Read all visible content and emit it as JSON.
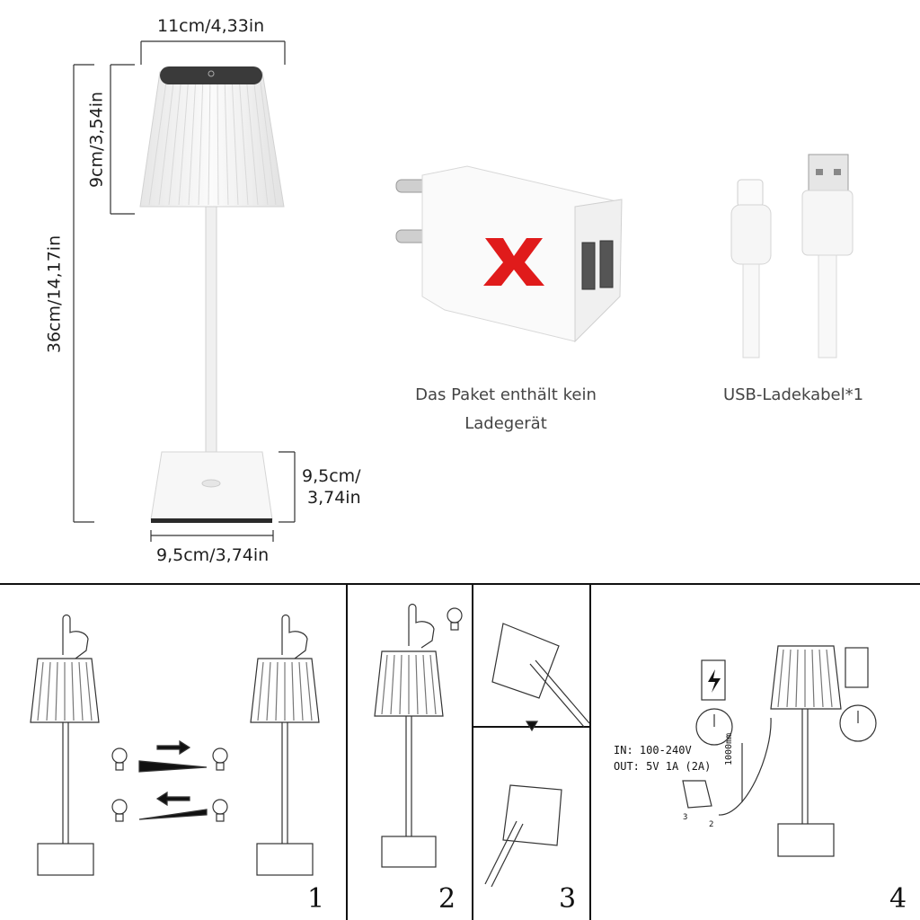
{
  "dimensions": {
    "top_width": "11cm/4,33in",
    "shade_height": "9cm/3,54in",
    "total_height": "36cm/14,17in",
    "base_height_line1": "9,5cm/",
    "base_height_line2": "3,74in",
    "base_width": "9,5cm/3,74in"
  },
  "items": {
    "charger_caption_line1": "Das Paket enthält kein",
    "charger_caption_line2": "Ladegerät",
    "cable_caption": "USB-Ladekabel*1"
  },
  "panels": {
    "p1": "1",
    "p2": "2",
    "p3": "3",
    "p4": "4"
  },
  "charging": {
    "input": "IN:  100-240V",
    "output": "OUT:  5V 1A  (2A)",
    "cable_length": "1000mm",
    "step2": "2",
    "step3": "3"
  },
  "colors": {
    "red_x": "#e01b1b",
    "line": "#222222",
    "product_white": "#f4f4f4"
  }
}
